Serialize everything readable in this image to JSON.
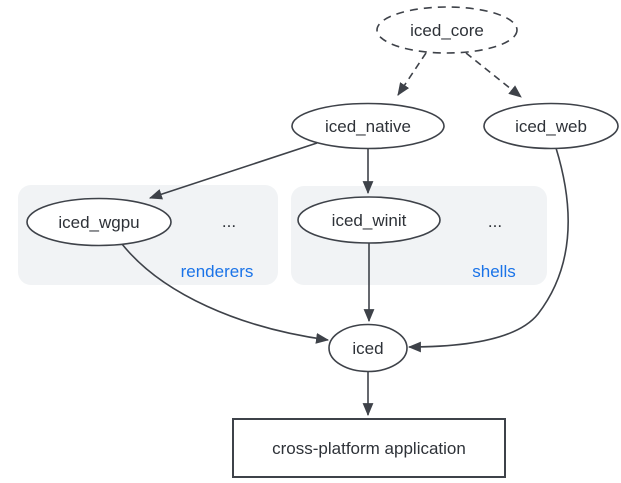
{
  "diagram": {
    "type": "dependency-graph",
    "nodes": {
      "iced_core": {
        "label": "iced_core",
        "shape": "ellipse",
        "border": "dashed"
      },
      "iced_native": {
        "label": "iced_native",
        "shape": "ellipse",
        "border": "solid"
      },
      "iced_web": {
        "label": "iced_web",
        "shape": "ellipse",
        "border": "solid"
      },
      "iced_wgpu": {
        "label": "iced_wgpu",
        "shape": "ellipse",
        "border": "solid",
        "group": "renderers"
      },
      "iced_winit": {
        "label": "iced_winit",
        "shape": "ellipse",
        "border": "solid",
        "group": "shells"
      },
      "iced": {
        "label": "iced",
        "shape": "ellipse",
        "border": "solid"
      },
      "application": {
        "label": "cross-platform application",
        "shape": "rectangle",
        "border": "solid"
      }
    },
    "groups": {
      "renderers": {
        "label": "renderers",
        "ellipsis": "...",
        "contains": [
          "iced_wgpu"
        ]
      },
      "shells": {
        "label": "shells",
        "ellipsis": "...",
        "contains": [
          "iced_winit"
        ]
      }
    },
    "edges": [
      {
        "from": "iced_core",
        "to": "iced_native",
        "style": "dashed"
      },
      {
        "from": "iced_core",
        "to": "iced_web",
        "style": "dashed"
      },
      {
        "from": "iced_native",
        "to": "iced_wgpu",
        "style": "solid"
      },
      {
        "from": "iced_native",
        "to": "iced_winit",
        "style": "solid"
      },
      {
        "from": "iced_wgpu",
        "to": "iced",
        "style": "solid"
      },
      {
        "from": "iced_winit",
        "to": "iced",
        "style": "solid"
      },
      {
        "from": "iced_web",
        "to": "iced",
        "style": "solid"
      },
      {
        "from": "iced",
        "to": "application",
        "style": "solid"
      }
    ],
    "colors": {
      "stroke": "#3e4249",
      "text": "#2e3238",
      "accent_blue": "#1a73e8",
      "group_background": "#f1f3f5",
      "background": "#ffffff"
    }
  }
}
